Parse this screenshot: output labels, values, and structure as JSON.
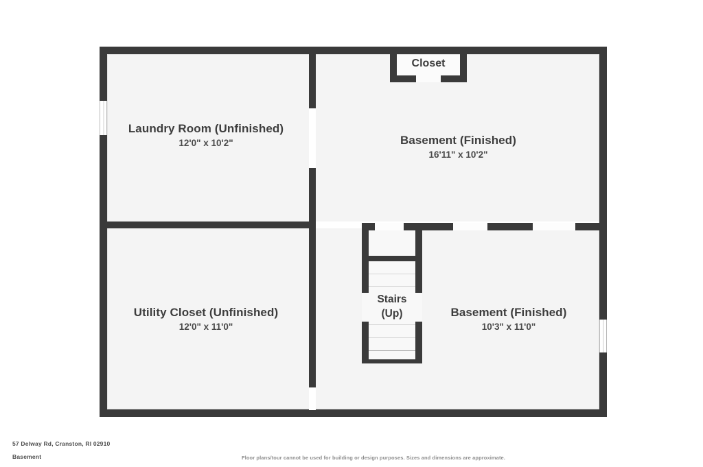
{
  "document": {
    "type": "floor-plan",
    "address": "57 Delway Rd, Cranston, RI 02910",
    "floor_label": "Basement",
    "disclaimer": "Floor plans/tour cannot be used for building or design purposes. Sizes and dimensions are approximate.",
    "background_color": "#ffffff",
    "wall_color": "#3a3a3a",
    "room_fill_color": "#f4f4f4",
    "text_color": "#3d3d3d"
  },
  "rooms": [
    {
      "id": "laundry-room",
      "name": "Laundry Room (Unfinished)",
      "dimensions": "12'0\" x 10'2\"",
      "width_ft": "12'0\"",
      "length_ft": "10'2\""
    },
    {
      "id": "basement-upper",
      "name": "Basement (Finished)",
      "dimensions": "16'11\" x 10'2\"",
      "width_ft": "16'11\"",
      "length_ft": "10'2\""
    },
    {
      "id": "utility-closet",
      "name": "Utility Closet (Unfinished)",
      "dimensions": "12'0\" x 11'0\"",
      "width_ft": "12'0\"",
      "length_ft": "11'0\""
    },
    {
      "id": "basement-lower",
      "name": "Basement (Finished)",
      "dimensions": "10'3\" x 11'0\"",
      "width_ft": "10'3\"",
      "length_ft": "11'0\""
    }
  ],
  "features": {
    "closet": {
      "name": "Closet"
    },
    "stairs": {
      "line1": "Stairs",
      "line2": "(Up)",
      "direction": "Up"
    }
  }
}
